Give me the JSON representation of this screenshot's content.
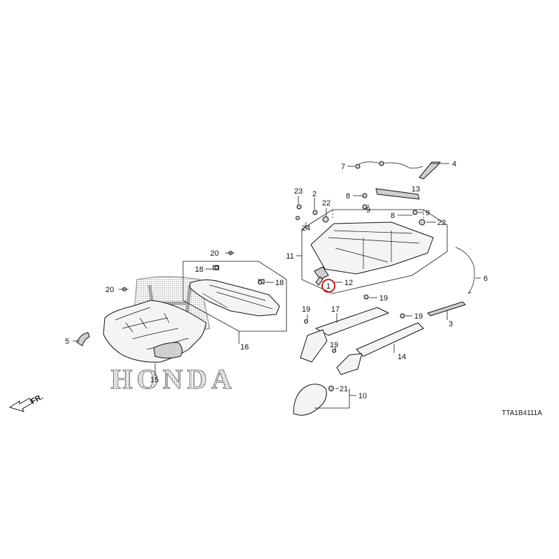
{
  "diagram": {
    "code": "TTA1B4111A",
    "brand_watermark": "HONDA",
    "front_indicator": "FR.",
    "highlight_color": "#d0201f",
    "callouts": {
      "c1": "1",
      "c2": "2",
      "c3": "3",
      "c4": "4",
      "c5": "5",
      "c6": "6",
      "c7": "7",
      "c8a": "8",
      "c8b": "8",
      "c9a": "9",
      "c9b": "9",
      "c10": "10",
      "c11": "11",
      "c12": "12",
      "c13": "13",
      "c14": "14",
      "c15": "15",
      "c16": "16",
      "c17": "17",
      "c18a": "18",
      "c18b": "18",
      "c19a": "19",
      "c19b": "19",
      "c19c": "19",
      "c20a": "20",
      "c20b": "20",
      "c21": "21",
      "c22a": "22",
      "c22b": "22",
      "c23": "23",
      "c24": "24"
    }
  }
}
